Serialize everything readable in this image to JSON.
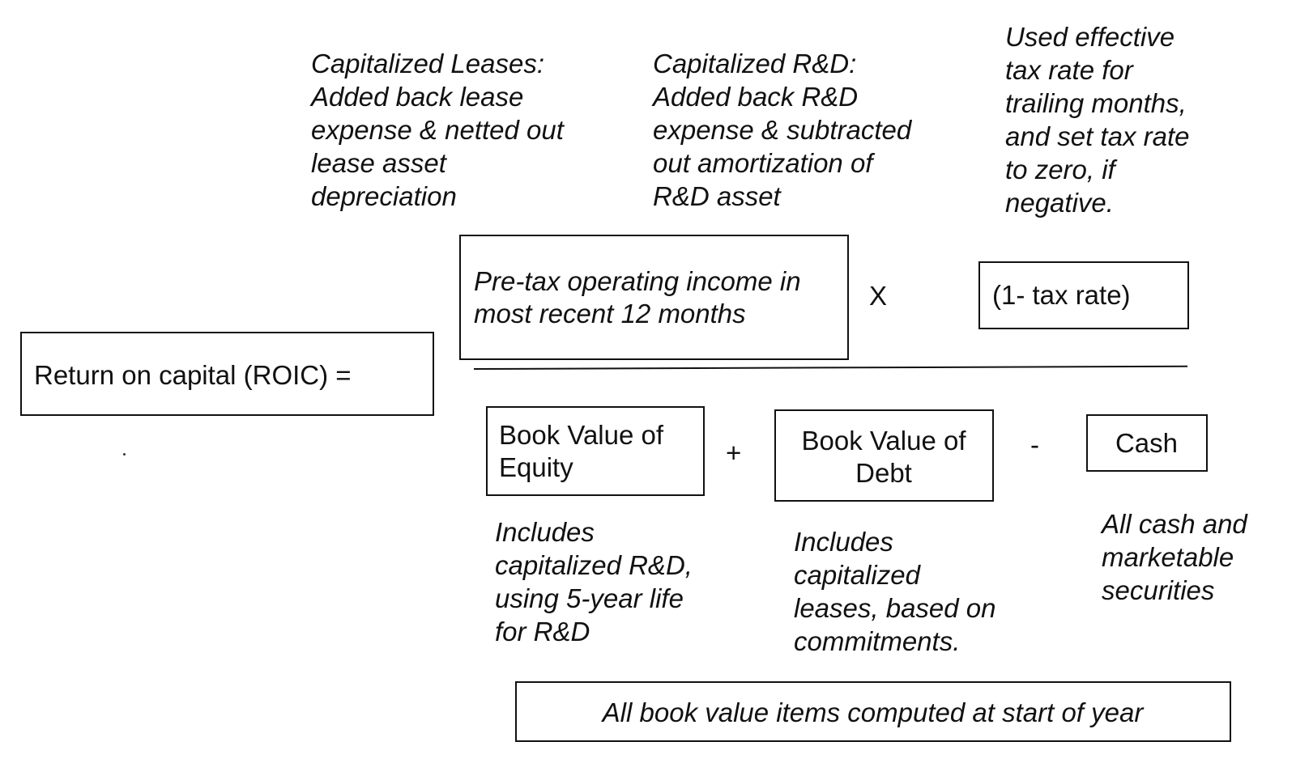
{
  "formula": {
    "lhs": "Return on capital (ROIC) =",
    "numerator": {
      "income": "Pre-tax operating income in\nmost recent 12 months",
      "multiply_sign": "X",
      "tax": "(1- tax rate)"
    },
    "denominator": {
      "equity": "Book Value of\nEquity",
      "plus_sign": "+",
      "debt": "Book Value of\nDebt",
      "minus_sign": "-",
      "cash": "Cash"
    }
  },
  "notes": {
    "leases": "Capitalized Leases:\nAdded back lease\nexpense & netted out\nlease asset\ndepreciation",
    "rnd": "Capitalized R&D:\nAdded back R&D\nexpense & subtracted\nout amortization of\nR&D asset",
    "tax": "Used effective\ntax rate for\ntrailing months,\nand set tax rate\nto zero, if\nnegative.",
    "equity": "Includes\ncapitalized R&D,\nusing 5-year life\nfor R&D",
    "debt": "Includes\ncapitalized\nleases, based on\ncommitments.",
    "cash": "All cash and\nmarketable\nsecurities"
  },
  "footer": {
    "timing": "All book value items computed at start of year"
  }
}
